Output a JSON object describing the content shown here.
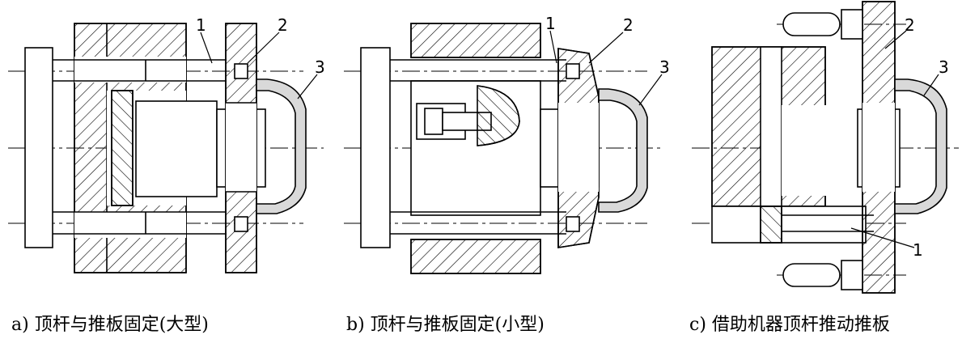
{
  "colors": {
    "ink": "#000000",
    "part": "#d9d9d9",
    "paper": "#ffffff"
  },
  "figures": [
    {
      "id": "a",
      "caption": "a) 顶杆与推板固定(大型)",
      "labels": [
        "1",
        "2",
        "3"
      ]
    },
    {
      "id": "b",
      "caption": "b) 顶杆与推板固定(小型)",
      "labels": [
        "1",
        "2",
        "3"
      ]
    },
    {
      "id": "c",
      "caption": "c) 借助机器顶杆推动推板",
      "labels": [
        "2",
        "3",
        "1"
      ]
    }
  ]
}
